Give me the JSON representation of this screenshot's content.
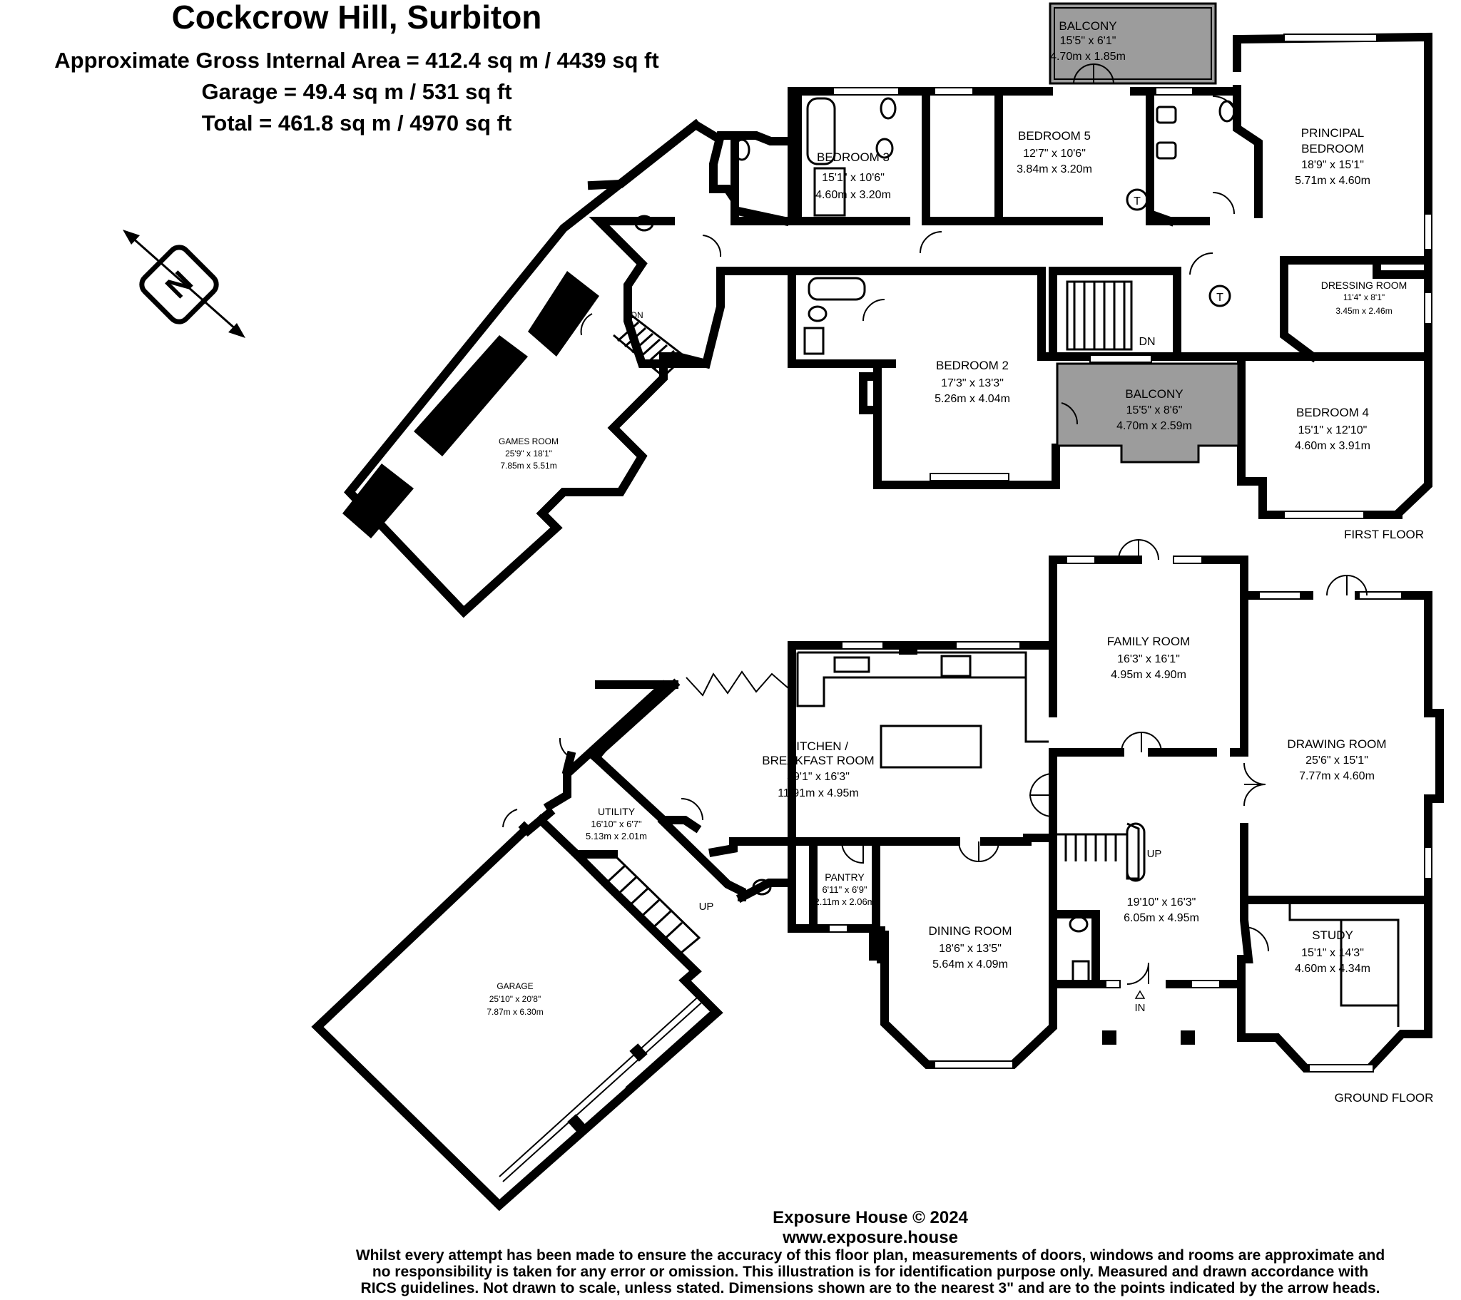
{
  "header": {
    "title": "Cockcrow Hill, Surbiton",
    "gross_area": "Approximate Gross Internal Area = 412.4 sq m / 4439 sq ft",
    "garage_area": "Garage = 49.4 sq m / 531 sq ft",
    "total_area": "Total = 461.8 sq m / 4970 sq ft"
  },
  "compass": {
    "letter": "N",
    "icon": "north-arrow-icon"
  },
  "first_floor": {
    "label": "FIRST FLOOR",
    "rooms": [
      {
        "name": "BALCONY",
        "imperial": "15'5\" x 6'1\"",
        "metric": "4.70m x 1.85m"
      },
      {
        "name": "BEDROOM 3",
        "imperial": "15'1\" x 10'6\"",
        "metric": "4.60m x 3.20m"
      },
      {
        "name": "BEDROOM 5",
        "imperial": "12'7\" x 10'6\"",
        "metric": "3.84m x 3.20m"
      },
      {
        "name": "PRINCIPAL",
        "name2": "BEDROOM",
        "imperial": "18'9\" x 15'1\"",
        "metric": "5.71m x 4.60m"
      },
      {
        "name": "DRESSING ROOM",
        "imperial": "11'4\" x 8'1\"",
        "metric": "3.45m x 2.46m"
      },
      {
        "name": "BEDROOM 2",
        "imperial": "17'3\" x 13'3\"",
        "metric": "5.26m x 4.04m"
      },
      {
        "name": "BALCONY",
        "imperial": "15'5\" x 8'6\"",
        "metric": "4.70m x 2.59m"
      },
      {
        "name": "BEDROOM 4",
        "imperial": "15'1\" x 12'10\"",
        "metric": "4.60m x 3.91m"
      },
      {
        "name": "GAMES ROOM",
        "imperial": "25'9\" x 18'1\"",
        "metric": "7.85m x 5.51m"
      }
    ],
    "marks": {
      "dn_games": "DN",
      "dn_landing": "DN",
      "tank": "T"
    }
  },
  "ground_floor": {
    "label": "GROUND FLOOR",
    "rooms": [
      {
        "name": "FAMILY ROOM",
        "imperial": "16'3\" x 16'1\"",
        "metric": "4.95m x 4.90m"
      },
      {
        "name": "DRAWING ROOM",
        "imperial": "25'6\" x 15'1\"",
        "metric": "7.77m x 4.60m"
      },
      {
        "name": "KITCHEN /",
        "name2": "BREAKFAST ROOM",
        "imperial": "39'1\" x 16'3\"",
        "metric": "11.91m x 4.95m"
      },
      {
        "name": "UTILITY",
        "imperial": "16'10\" x 6'7\"",
        "metric": "5.13m x 2.01m"
      },
      {
        "name": "PANTRY",
        "imperial": "6'11\" x 6'9\"",
        "metric": "2.11m x 2.06m"
      },
      {
        "name": "DINING ROOM",
        "imperial": "18'6\" x 13'5\"",
        "metric": "5.64m x 4.09m"
      },
      {
        "name": "",
        "imperial": "19'10\" x 16'3\"",
        "metric": "6.05m x 4.95m"
      },
      {
        "name": "STUDY",
        "imperial": "15'1\" x 14'3\"",
        "metric": "4.60m x 4.34m"
      },
      {
        "name": "GARAGE",
        "imperial": "25'10\" x 20'8\"",
        "metric": "7.87m x 6.30m"
      }
    ],
    "marks": {
      "up_hall": "UP",
      "up_utility": "UP",
      "entrance": "IN"
    }
  },
  "footer": {
    "company": "Exposure House © 2024",
    "url": "www.exposure.house",
    "disclaimer_1": "Whilst every attempt has been made to ensure the accuracy of this floor plan, measurements of doors, windows and rooms are approximate and",
    "disclaimer_2": "no responsibility is taken for any error or omission. This illustration is for identification purpose only. Measured and drawn accordance with",
    "disclaimer_3": "RICS guidelines. Not drawn to scale, unless stated. Dimensions shown are to the nearest 3\" and are to the points indicated by the arrow heads."
  },
  "colors": {
    "walls": "#000000",
    "balcony_fill": "#9c9c9c",
    "background": "#ffffff"
  }
}
